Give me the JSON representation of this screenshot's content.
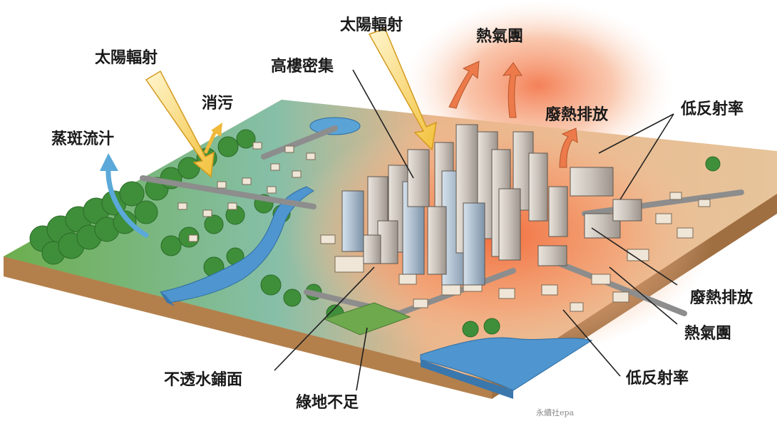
{
  "labels": {
    "solar_left": "太陽輻射",
    "solar_center": "太陽輻射",
    "heat_dome_top": "熱氣團",
    "dense_highrise": "高樓密集",
    "pollution_removal": "消污",
    "evapotranspiration": "蒸斑流汁",
    "waste_heat_top": "廢熱排放",
    "low_albedo_top": "低反射率",
    "waste_heat_right": "廢熱排放",
    "heat_dome_right": "熱氣團",
    "low_albedo_bottom": "低反射率",
    "impervious_paving": "不透水鋪面",
    "lack_of_greenery": "綠地不足"
  },
  "watermark": "永續社epa",
  "colors": {
    "heat_glow": "#f26a3a",
    "solar_arrow": "#f7d35c",
    "cool_arrow": "#5aa9d9",
    "greenery": "#3f8f3a",
    "water": "#4f95cf",
    "soil": "#c79a64"
  }
}
